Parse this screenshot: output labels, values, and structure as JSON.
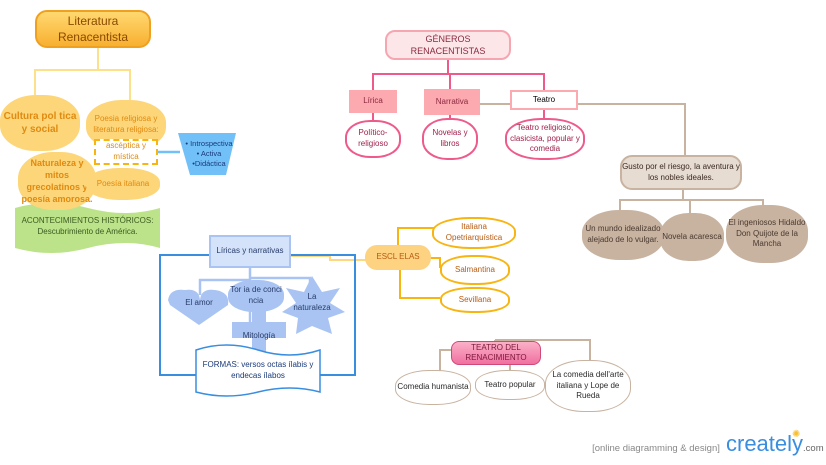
{
  "root": {
    "title": "Literatura Renacentista"
  },
  "left": {
    "cultura": "Cultura pol tica y social",
    "poesia_religiosa": "Poesia religiosa y literatura religiosa:",
    "asceptica": "ascéptica y mística",
    "naturaleza": "Naturaleza y mitos grecolatinos y poesía amorosa.",
    "poesia_italiana": "Poesía italiana",
    "acontecimientos": "ACONTECIMIENTOS HISTÓRICOS:",
    "descubrimiento": "Descubrimiento de América.",
    "traits": [
      "• Introspectiva",
      "• Activa",
      "•Didáctica"
    ]
  },
  "generos": {
    "title": "GÉNEROS RENACENTISTAS",
    "lirica": "Lírica",
    "narrativa": "Narrativa",
    "teatro": "Teatro",
    "lirica_sub": "Político-religioso",
    "narrativa_sub": "Novelas y libros",
    "teatro_sub": "Teatro religioso, clasicista, popular y comedia"
  },
  "narrativa_detail": {
    "gusto": "Gusto por el riesgo, la aventura y los nobles ideales.",
    "mundo": "Un mundo idealizado alejado de lo vulgar.",
    "novela": "Novela acaresca",
    "quijote": "El ingeniosos Hidaldo Don Quijote de la Mancha"
  },
  "liricas": {
    "title": "Líricas y narrativas",
    "amor": "El amor",
    "teoria": "Tor ia de conci ncia",
    "naturaleza": "La naturaleza",
    "mitologia": "Mitología",
    "formas": "FORMAS: versos octas ílabis y endecas ílabos"
  },
  "escuelas": {
    "title": "ESCL ELAS",
    "items": [
      "Italiana Opetriarquística",
      "Salmantina",
      "Sevillana"
    ]
  },
  "teatro_ren": {
    "title": "TEATRO DEL RENACIMIENTO",
    "items": [
      "Comedia humanista",
      "Teatro popular",
      "La comedia dell'arte italiana y Lope de Rueda"
    ]
  },
  "footer": {
    "tagline": "[online diagramming & design]",
    "logo": "creately",
    ".com": ".com"
  },
  "colors": {
    "orange": "#f8b410",
    "pink": "#ee5a8a",
    "blue": "#3a8ee0",
    "beige": "#c8b2a0",
    "green": "#bde38a"
  }
}
